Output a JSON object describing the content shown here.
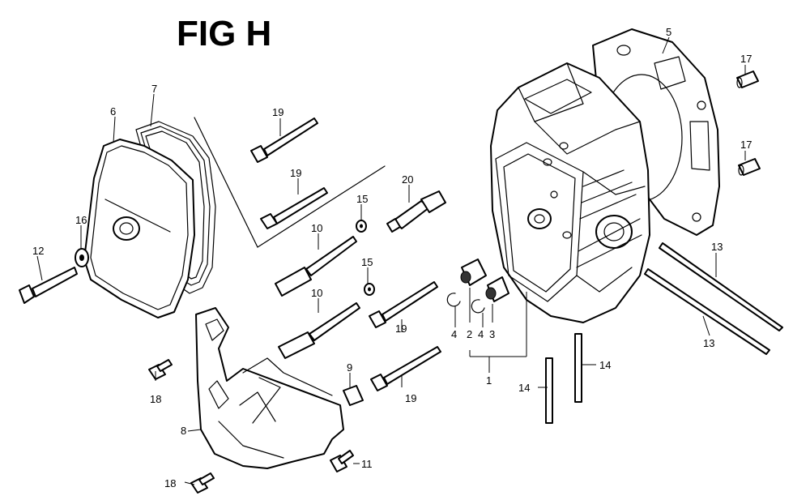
{
  "figure": {
    "title": "FIG H"
  },
  "callouts": {
    "c1": "1",
    "c2": "2",
    "c3": "3",
    "c4a": "4",
    "c4b": "4",
    "c5": "5",
    "c6": "6",
    "c7": "7",
    "c8": "8",
    "c9": "9",
    "c10a": "10",
    "c10b": "10",
    "c11": "11",
    "c12": "12",
    "c13a": "13",
    "c13b": "13",
    "c14a": "14",
    "c14b": "14",
    "c15a": "15",
    "c15b": "15",
    "c16": "16",
    "c17a": "17",
    "c17b": "17",
    "c18a": "18",
    "c18b": "18",
    "c19a": "19",
    "c19b": "19",
    "c19c": "19",
    "c19d": "19",
    "c20": "20"
  }
}
